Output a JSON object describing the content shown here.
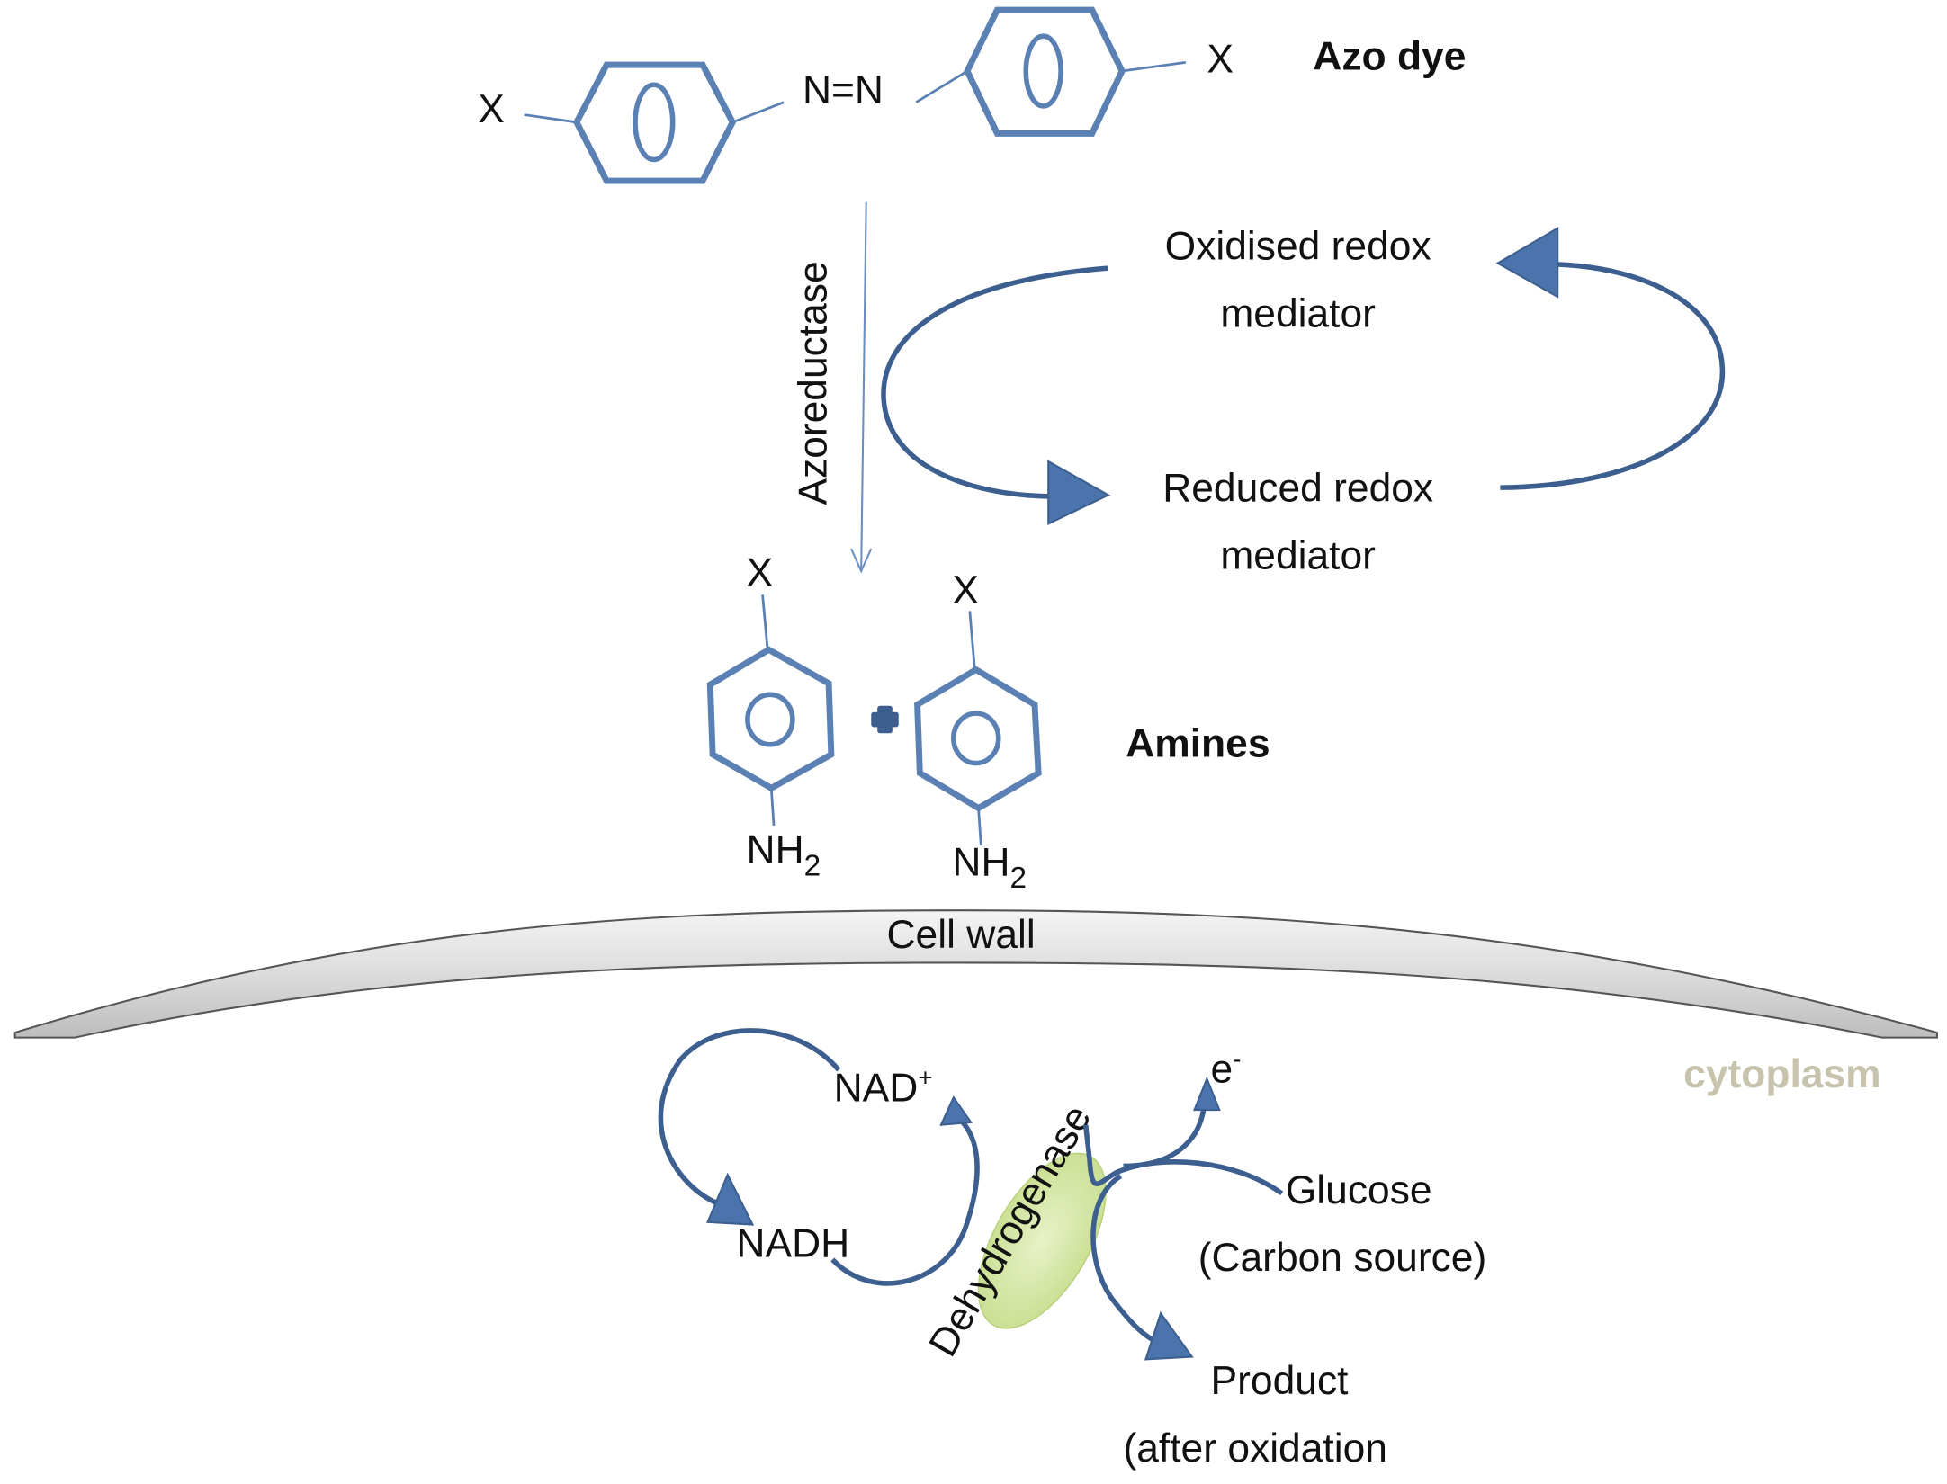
{
  "colors": {
    "ring": "#5a80b4",
    "arrow": "#3d5f8f",
    "arrowhead": "#4a74ab",
    "enzyme_fill": "#d6e8a8",
    "cell_wall": "#d9d9d9",
    "cytoplasm_label": "#c8c3ad"
  },
  "azo_dye": {
    "label": "Azo dye",
    "left_substituent": "X",
    "right_substituent": "X",
    "bond": "N=N"
  },
  "azoreductase": {
    "label": "Azoreductase"
  },
  "redox_cycle": {
    "oxidised_line1": "Oxidised redox",
    "oxidised_line2": "mediator",
    "reduced_line1": "Reduced redox",
    "reduced_line2": "mediator"
  },
  "amines": {
    "label": "Amines",
    "left_top": "X",
    "right_top": "X",
    "left_bottom": "NH",
    "left_bottom_sub": "2",
    "right_bottom": "NH",
    "right_bottom_sub": "2"
  },
  "cell_wall": {
    "label": "Cell wall"
  },
  "cytoplasm": {
    "label": "cytoplasm"
  },
  "metabolism": {
    "nad_plus": "NAD",
    "nad_plus_sup": "+",
    "nadh": "NADH",
    "enzyme": "Dehydrogenase",
    "electron": "e",
    "electron_sup": "-",
    "glucose_line1": "Glucose",
    "glucose_line2": "(Carbon source)",
    "product_line1": "Product",
    "product_line2": "(after oxidation"
  }
}
